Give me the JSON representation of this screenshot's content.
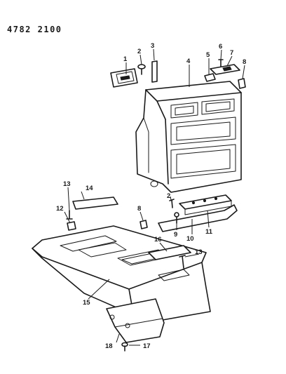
{
  "document": {
    "id": "4782 2100"
  },
  "callouts": [
    "1",
    "2",
    "3",
    "4",
    "5",
    "6",
    "7",
    "8",
    "13",
    "14",
    "12",
    "8",
    "2",
    "9",
    "10",
    "11",
    "16",
    "13",
    "15",
    "18",
    "17"
  ]
}
